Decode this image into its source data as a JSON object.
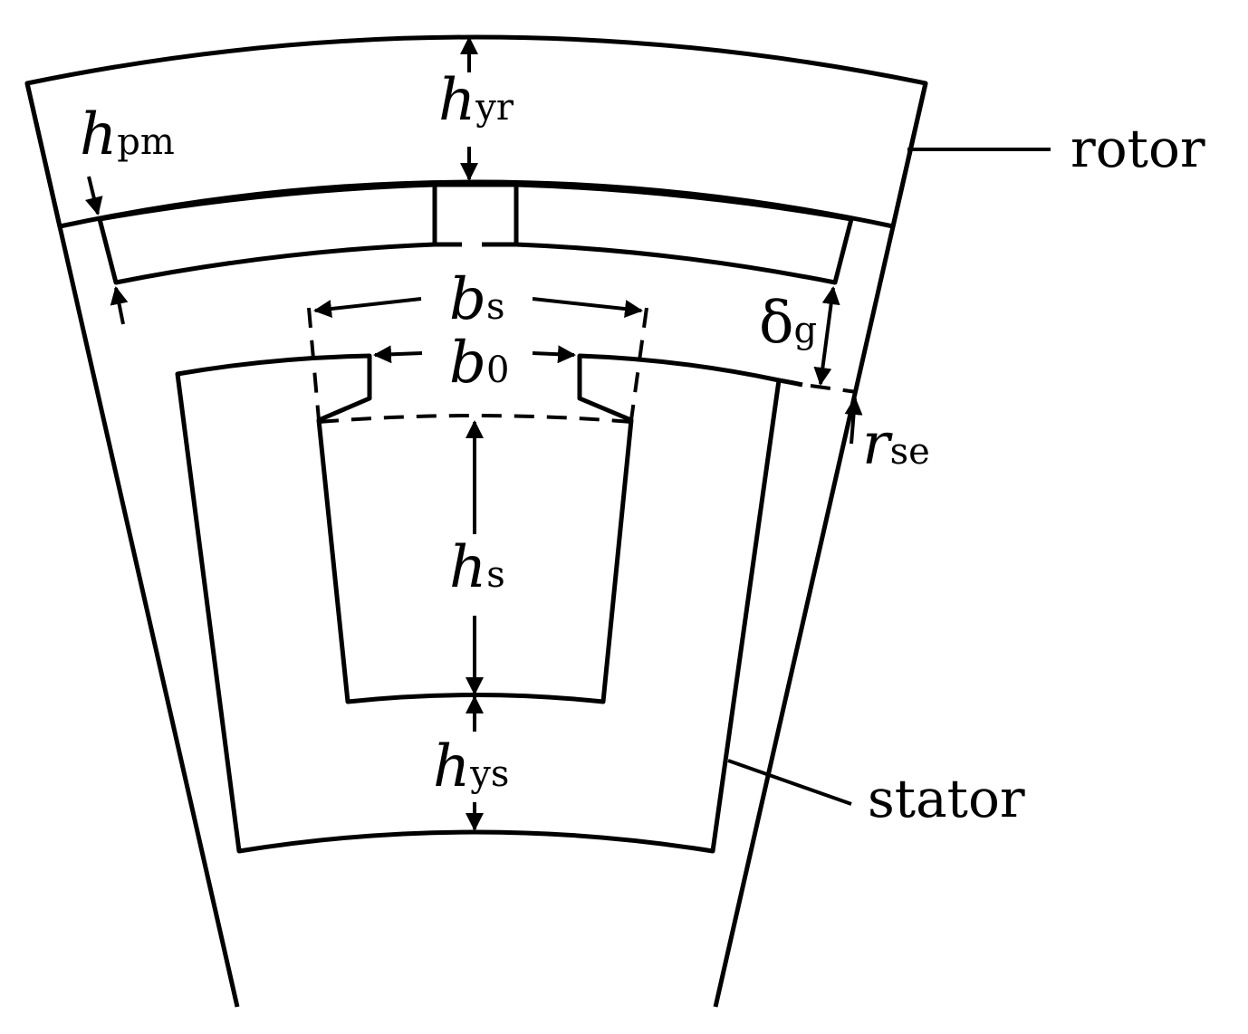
{
  "labels": {
    "h_yr": {
      "main": "h",
      "sub": "yr"
    },
    "h_pm": {
      "main": "h",
      "sub": "pm"
    },
    "b_s": {
      "main": "b",
      "sub": "s"
    },
    "b_0": {
      "main": "b",
      "sub": "0"
    },
    "delta_g": {
      "main": "δ",
      "sub": "g"
    },
    "r_se": {
      "main": "r",
      "sub": "se"
    },
    "h_s": {
      "main": "h",
      "sub": "s"
    },
    "h_ys": {
      "main": "h",
      "sub": "ys"
    }
  },
  "parts": {
    "rotor": "rotor",
    "stator": "stator"
  },
  "colors": {
    "rotor_fill": "#f2f2f2",
    "stator_fill": "#f2f2f2",
    "magnet_fill": "#ffc000",
    "line": "#000000",
    "background": "#ffffff"
  }
}
